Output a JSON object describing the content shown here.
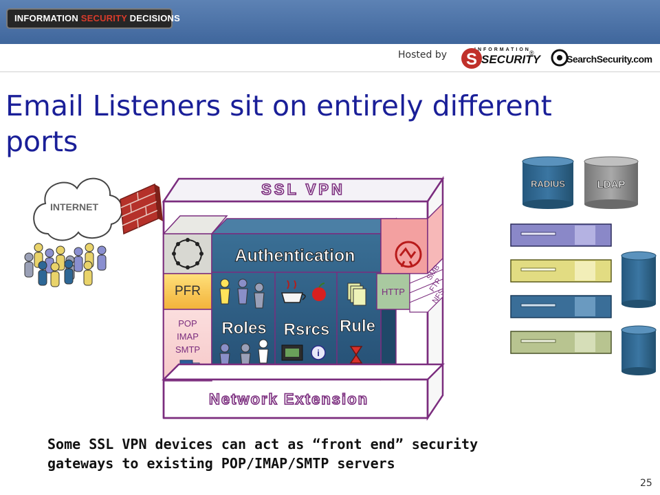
{
  "header": {
    "brand_part1": "INFORMATION ",
    "brand_part2": "SECURITY",
    "brand_part3": " DECISIONS",
    "hosted_by": "Hosted by",
    "logo1_top": "INFORMATION",
    "logo1_main": "SECURITY",
    "logo1_mark": "®",
    "logo2": "SearchSecurity.com"
  },
  "title": "Email Listeners sit on entirely different ports",
  "diagram": {
    "cloud_label": "INTERNET",
    "ssl_vpn": "SSL VPN",
    "network_extension": "Network Extension",
    "authentication": "Authentication",
    "pfr": "PFR",
    "mail_protocols": [
      "POP",
      "IMAP",
      "SMTP"
    ],
    "roles": "Roles",
    "rsrcs": "Rsrcs",
    "rule": "Rule",
    "http": "HTTP",
    "file_protocols": [
      "SMB",
      "FTP",
      "NFS"
    ],
    "radius": "RADIUS",
    "ldap": "LDAP"
  },
  "caption_line1": "Some SSL VPN devices can act as “front end” security",
  "caption_line2": "gateways to existing POP/IMAP/SMTP servers",
  "page_number": "25",
  "colors": {
    "title": "#1a1f98",
    "header_blue": "#4a71a6",
    "vpn_outline": "#7b2d7e",
    "core_teal": "#2a5a7e",
    "radius": "#2e6c94",
    "ldap": "#8a8a8a"
  }
}
